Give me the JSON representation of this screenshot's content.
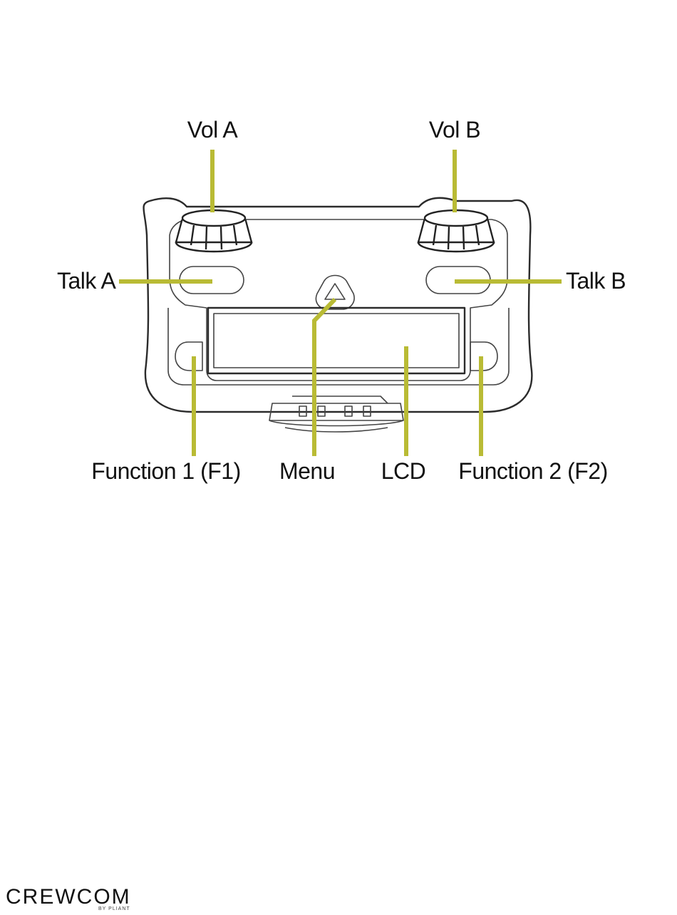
{
  "labels": {
    "vol_a": "Vol A",
    "vol_b": "Vol B",
    "talk_a": "Talk A",
    "talk_b": "Talk B",
    "function_1": "Function 1 (F1)",
    "menu": "Menu",
    "lcd": "LCD",
    "function_2": "Function 2 (F2)"
  },
  "colors": {
    "leader_line": "#b9bb35",
    "device_outline": "#2b2b2b",
    "text": "#111111"
  },
  "logo": {
    "brand": "CREWCOM",
    "byline": "BY PLIANT"
  }
}
